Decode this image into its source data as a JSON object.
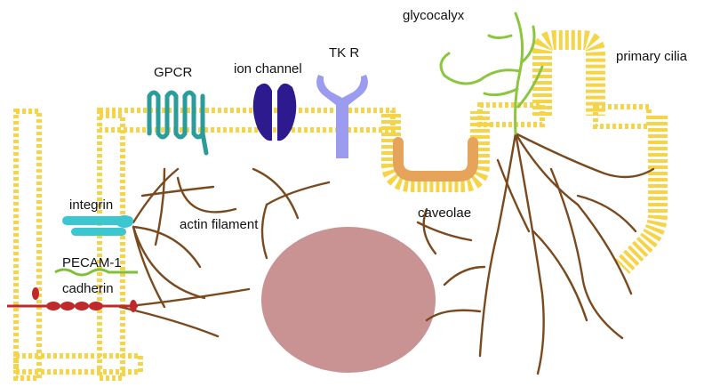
{
  "labels": {
    "gpcr": "GPCR",
    "ion_channel": "ion channel",
    "tk_receptor": "TK R",
    "glycocalyx": "glycocalyx",
    "primary_cilia": "primary cilia",
    "integrin": "integrin",
    "actin_filament": "actin filament",
    "caveolae": "caveolae",
    "pecam": "PECAM-1",
    "cadherin": "cadherin"
  },
  "colors": {
    "membrane": "#f5d547",
    "gpcr": "#2a9d9a",
    "ion_channel": "#2e1a8f",
    "tk_receptor": "#9b9bef",
    "glycocalyx": "#8cc63f",
    "integrin": "#3cc6cf",
    "actin": "#7a4a1e",
    "caveolae": "#e5a45a",
    "pecam": "#7fbf3a",
    "cadherin": "#c0282a",
    "nucleus": "#c99393"
  }
}
